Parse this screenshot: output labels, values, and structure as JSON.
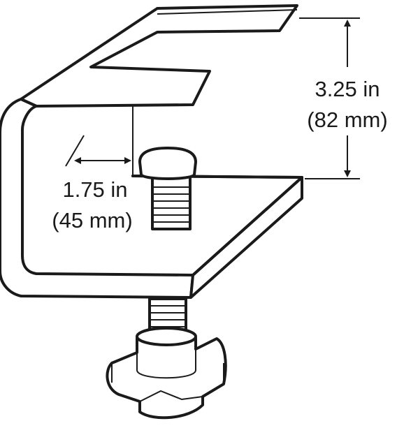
{
  "dimensions": {
    "height": {
      "imperial": "3.25 in",
      "metric": "(82 mm)"
    },
    "depth": {
      "imperial": "1.75 in",
      "metric": "(45 mm)"
    }
  },
  "colors": {
    "ink": "#1a1a1a",
    "fill": "#ffffff",
    "shade": "#d9d9d9"
  },
  "icons": {
    "arrow": "double-headed-arrow"
  }
}
